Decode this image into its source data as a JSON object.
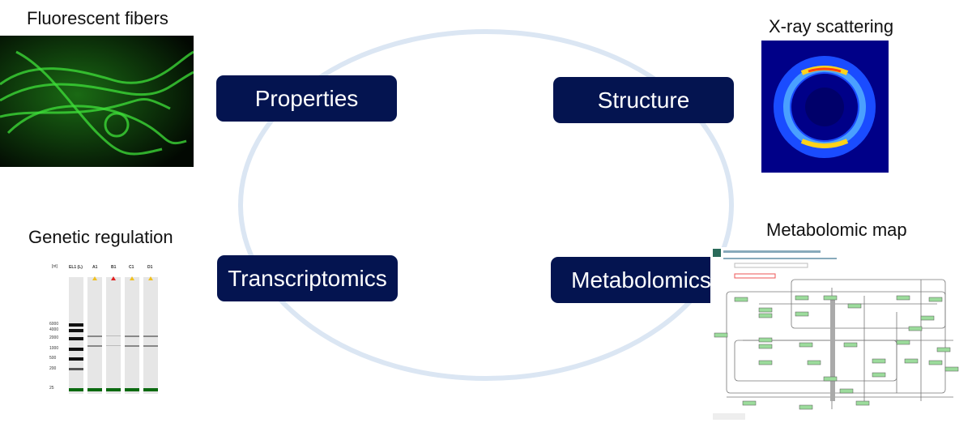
{
  "nodes": {
    "properties": "Properties",
    "structure": "Structure",
    "transcriptomics": "Transcriptomics",
    "metabolomics": "Metabolomics"
  },
  "images": {
    "fibers": {
      "caption": "Fluorescent fibers"
    },
    "xray": {
      "caption": "X-ray scattering"
    },
    "gel": {
      "caption": "Genetic regulation",
      "unit": "[nt]",
      "lanes": [
        "EL1 (L)",
        "A1",
        "B1",
        "C1",
        "D1"
      ],
      "ladder": [
        "6000",
        "4000",
        "2000",
        "1000",
        "500",
        "200",
        "25"
      ]
    },
    "map": {
      "caption": "Metabolomic map"
    }
  },
  "colors": {
    "node": "#041450",
    "cycle": "#dbe6f3",
    "fluorescence": "#22c022",
    "marker": "#0a6a10"
  }
}
